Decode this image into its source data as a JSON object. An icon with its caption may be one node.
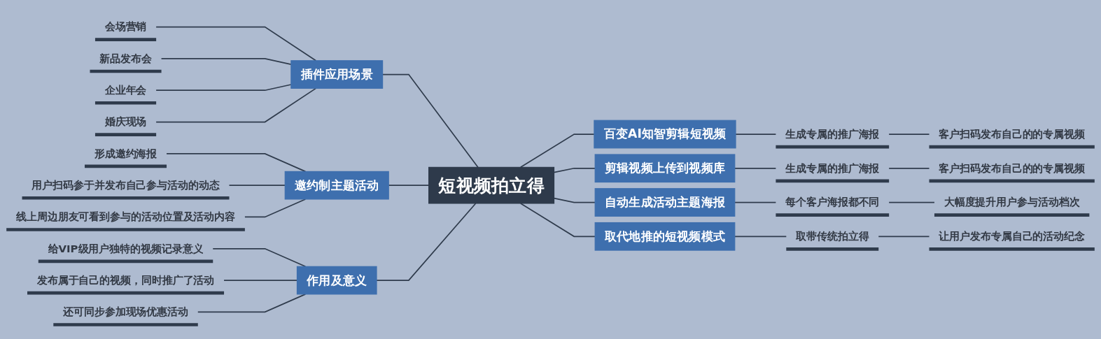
{
  "diagram": {
    "nodes": [
      {
        "text": [
          "短视频拍立得"
        ]
      },
      {
        "text": [
          "插件应用场景"
        ]
      },
      {
        "text": [
          "会场营销"
        ]
      },
      {
        "text": [
          "新品发布会"
        ]
      },
      {
        "text": [
          "企业年会"
        ]
      },
      {
        "text": [
          "婚庆现场"
        ]
      },
      {
        "text": [
          "邀约制主题活动"
        ]
      },
      {
        "text": [
          "形成邀约海报"
        ]
      },
      {
        "text": [
          "用户扫码参于并发布自己参与活动的动态"
        ]
      },
      {
        "text": [
          "线上周边朋友可看到参与的活动位置及活动内容"
        ]
      },
      {
        "text": [
          "作用及意义"
        ]
      },
      {
        "text": [
          "给VIP级用户独特的视频记录意义"
        ]
      },
      {
        "text": [
          "发布属于自己的视频，同时推广了活动"
        ]
      },
      {
        "text": [
          "还可同步参加现场优惠活动"
        ]
      },
      {
        "text": [
          "百变AI知智剪辑短视频"
        ]
      },
      {
        "text": [
          "生成专属的推广海报"
        ]
      },
      {
        "text": [
          "客户扫码发布自己的的专属视频"
        ]
      },
      {
        "text": [
          "剪辑视频上传到视频库"
        ]
      },
      {
        "text": [
          "生成专属的推广海报"
        ]
      },
      {
        "text": [
          "客户扫码发布自己的的专属视频"
        ]
      },
      {
        "text": [
          "自动生成活动主题海报"
        ]
      },
      {
        "text": [
          "每个客户海报都不同"
        ]
      },
      {
        "text": [
          "大幅度提升用户参与活动档次"
        ]
      },
      {
        "text": [
          "取代地推的短视频模式"
        ]
      },
      {
        "text": [
          "取带传统拍立得"
        ]
      },
      {
        "text": [
          "让用户发布专属自己的活动纪念"
        ]
      }
    ],
    "edges": [
      {
        "from": 1,
        "to": 0,
        "arrow": "none"
      },
      {
        "from": 2,
        "to": 1,
        "arrow": "none"
      },
      {
        "from": 3,
        "to": 1,
        "arrow": "none"
      },
      {
        "from": 4,
        "to": 1,
        "arrow": "none"
      },
      {
        "from": 5,
        "to": 1,
        "arrow": "none"
      },
      {
        "from": 6,
        "to": 0,
        "arrow": "none"
      },
      {
        "from": 7,
        "to": 6,
        "arrow": "none"
      },
      {
        "from": 8,
        "to": 6,
        "arrow": "none"
      },
      {
        "from": 9,
        "to": 6,
        "arrow": "none"
      },
      {
        "from": 10,
        "to": 0,
        "arrow": "none"
      },
      {
        "from": 11,
        "to": 10,
        "arrow": "none"
      },
      {
        "from": 12,
        "to": 10,
        "arrow": "none"
      },
      {
        "from": 13,
        "to": 10,
        "arrow": "none"
      },
      {
        "from": 0,
        "to": 14,
        "arrow": "none"
      },
      {
        "from": 14,
        "to": 15,
        "arrow": "none"
      },
      {
        "from": 15,
        "to": 16,
        "arrow": "none"
      },
      {
        "from": 0,
        "to": 17,
        "arrow": "none"
      },
      {
        "from": 17,
        "to": 18,
        "arrow": "none"
      },
      {
        "from": 18,
        "to": 19,
        "arrow": "none"
      },
      {
        "from": 0,
        "to": 20,
        "arrow": "none"
      },
      {
        "from": 20,
        "to": 21,
        "arrow": "none"
      },
      {
        "from": 21,
        "to": 22,
        "arrow": "none"
      },
      {
        "from": 0,
        "to": 23,
        "arrow": "none"
      },
      {
        "from": 23,
        "to": 24,
        "arrow": "none"
      },
      {
        "from": 24,
        "to": 25,
        "arrow": "none"
      }
    ]
  }
}
